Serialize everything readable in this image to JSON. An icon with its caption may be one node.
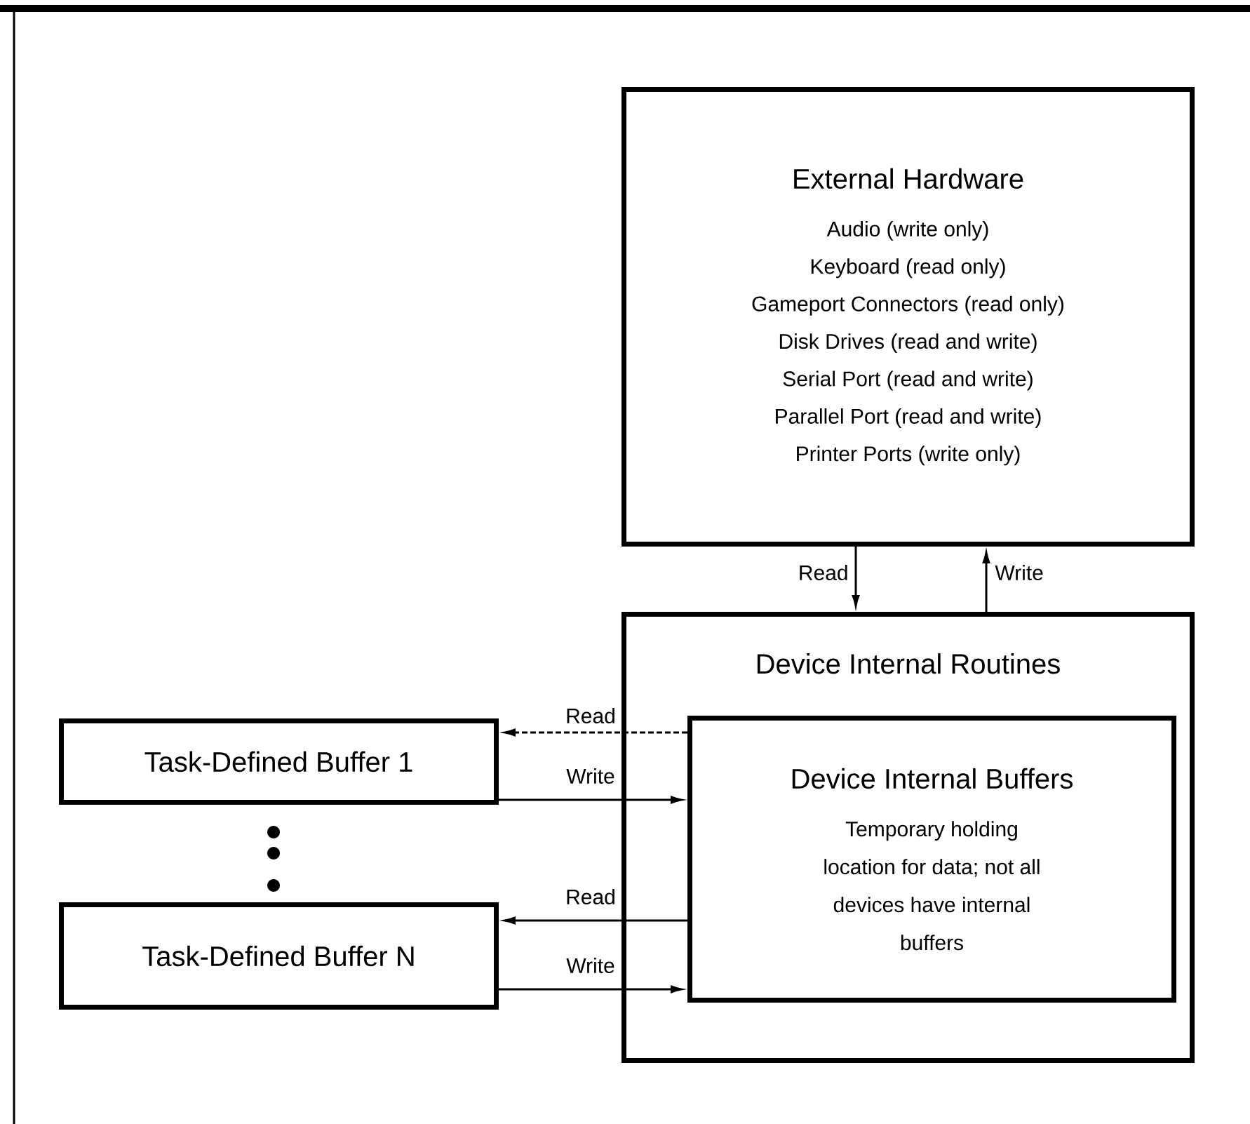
{
  "diagram": {
    "nodes": [
      {
        "text": [
          "External Hardware",
          "Audio (write only)",
          "Keyboard (read only)",
          "Gameport Connectors (read only)",
          "Disk Drives (read and write)",
          "Serial Port (read and write)",
          "Parallel Port (read and write)",
          "Printer Ports (write only)"
        ]
      },
      {
        "text": [
          "Device Internal Routines"
        ]
      },
      {
        "text": [
          "Device Internal Buffers",
          "Temporary holding location for data; not all devices have internal buffers"
        ],
        "in": 1
      },
      {
        "text": [
          "Task-Defined Buffer 1"
        ]
      },
      {
        "text": [
          "Task-Defined Buffer N"
        ]
      }
    ],
    "edges": [
      {
        "from": 0,
        "to": 1,
        "arrow": "to",
        "label": "Read"
      },
      {
        "from": 1,
        "to": 0,
        "arrow": "to",
        "label": "Write"
      },
      {
        "from": 2,
        "to": 3,
        "arrow": "to",
        "label": "Read",
        "style": "dashed"
      },
      {
        "from": 3,
        "to": 2,
        "arrow": "to",
        "label": "Write"
      },
      {
        "from": 2,
        "to": 4,
        "arrow": "to",
        "label": "Read"
      },
      {
        "from": 4,
        "to": 2,
        "arrow": "to",
        "label": "Write"
      }
    ]
  }
}
